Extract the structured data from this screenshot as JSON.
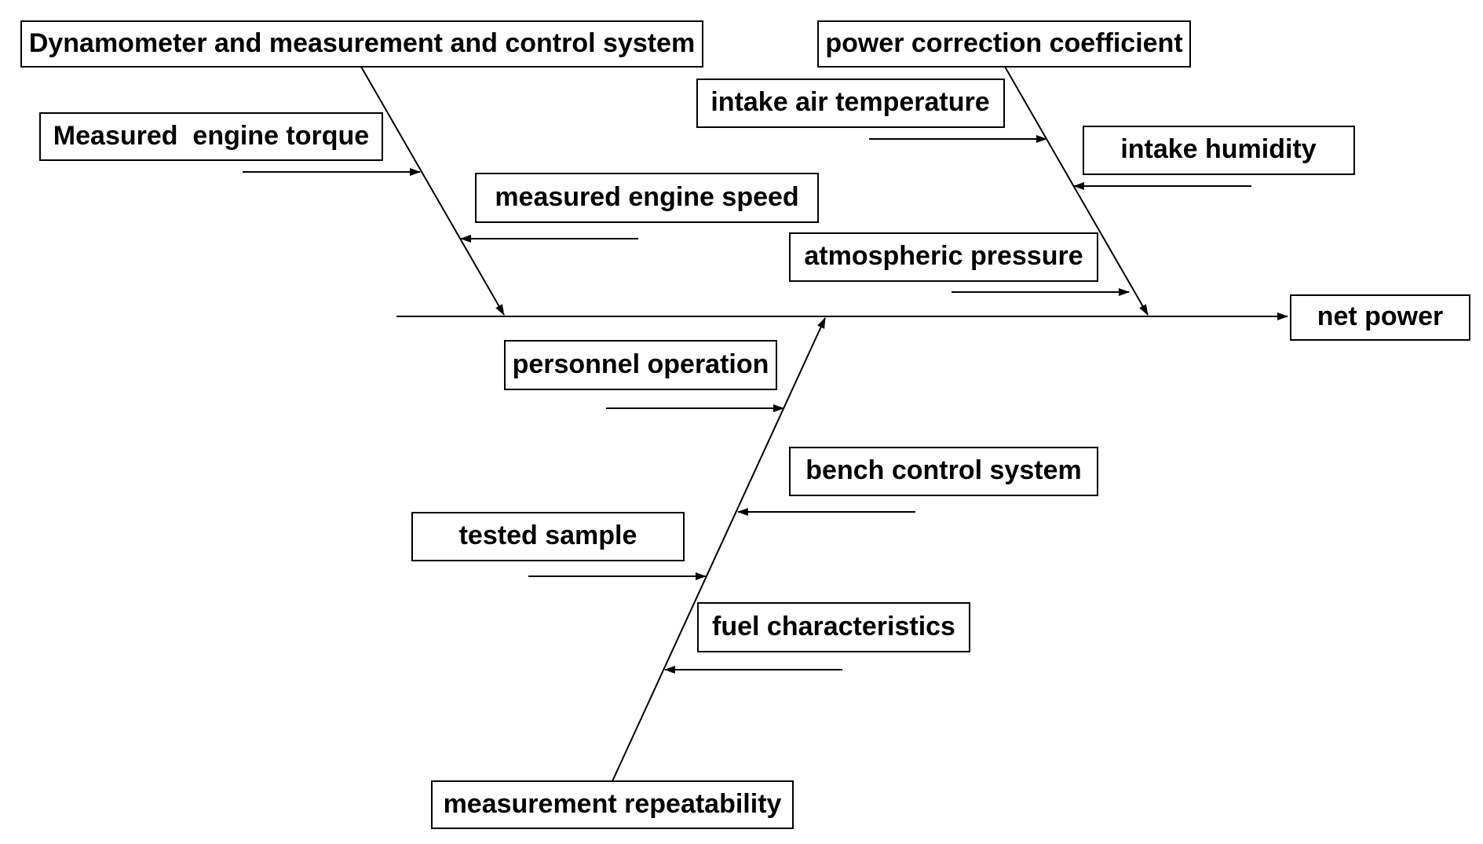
{
  "diagram": {
    "effect": "net power",
    "cause_groups": [
      {
        "label": "Dynamometer and measurement and control system",
        "causes": [
          "Measured  engine torque",
          "measured engine speed"
        ]
      },
      {
        "label": "power correction coefficient",
        "causes": [
          "intake air temperature",
          "intake humidity",
          "atmospheric pressure"
        ]
      },
      {
        "label": "measurement repeatability",
        "causes": [
          "personnel operation",
          "bench control system",
          "tested sample",
          "fuel characteristics"
        ]
      }
    ]
  }
}
